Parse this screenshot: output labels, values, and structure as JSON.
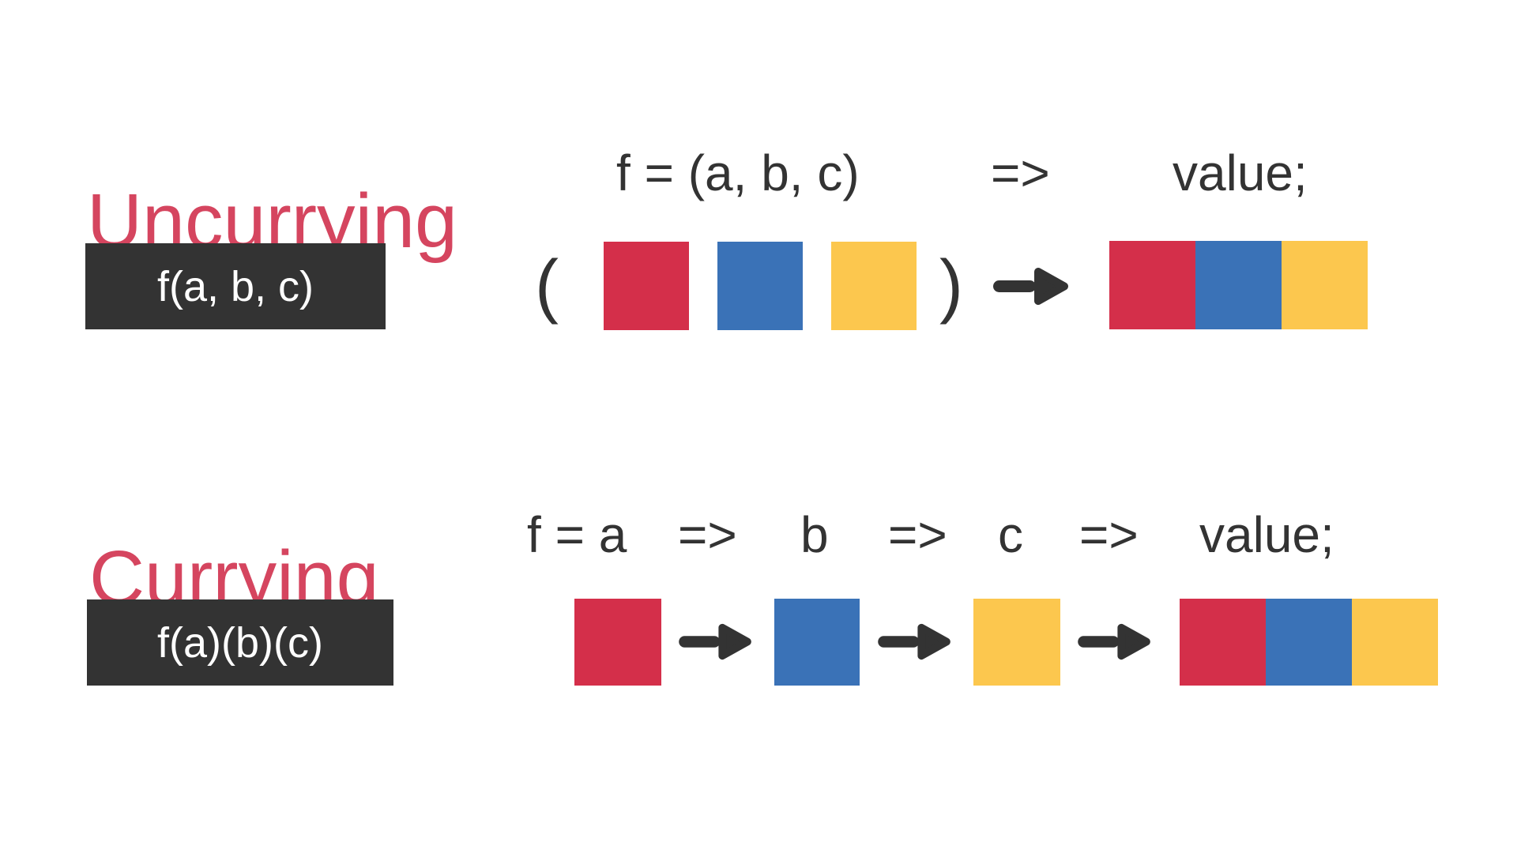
{
  "colors": {
    "background": "#ffffff",
    "heading_red": "#d5455f",
    "argument_red": "#d42f4a",
    "argument_blue": "#3a72b7",
    "argument_yellow": "#fcc74e",
    "ink_dark": "#333333",
    "code_box_background": "#333333",
    "code_box_text": "#ffffff"
  },
  "icons": {
    "arrow_right": "➜"
  },
  "uncurrying": {
    "title": "Uncurrying",
    "code_label": "f(a, b, c)",
    "expression": {
      "params": "f = (a, b, c)",
      "arrow": "=>",
      "result": "value;"
    },
    "paren_open": "(",
    "paren_close": ")"
  },
  "currying": {
    "title": "Currying",
    "code_label": "f(a)(b)(c)",
    "expression": {
      "head": "f = a",
      "arrow_1": "=>",
      "param_b": "b",
      "arrow_2": "=>",
      "param_c": "c",
      "arrow_3": "=>",
      "result": "value;"
    }
  }
}
